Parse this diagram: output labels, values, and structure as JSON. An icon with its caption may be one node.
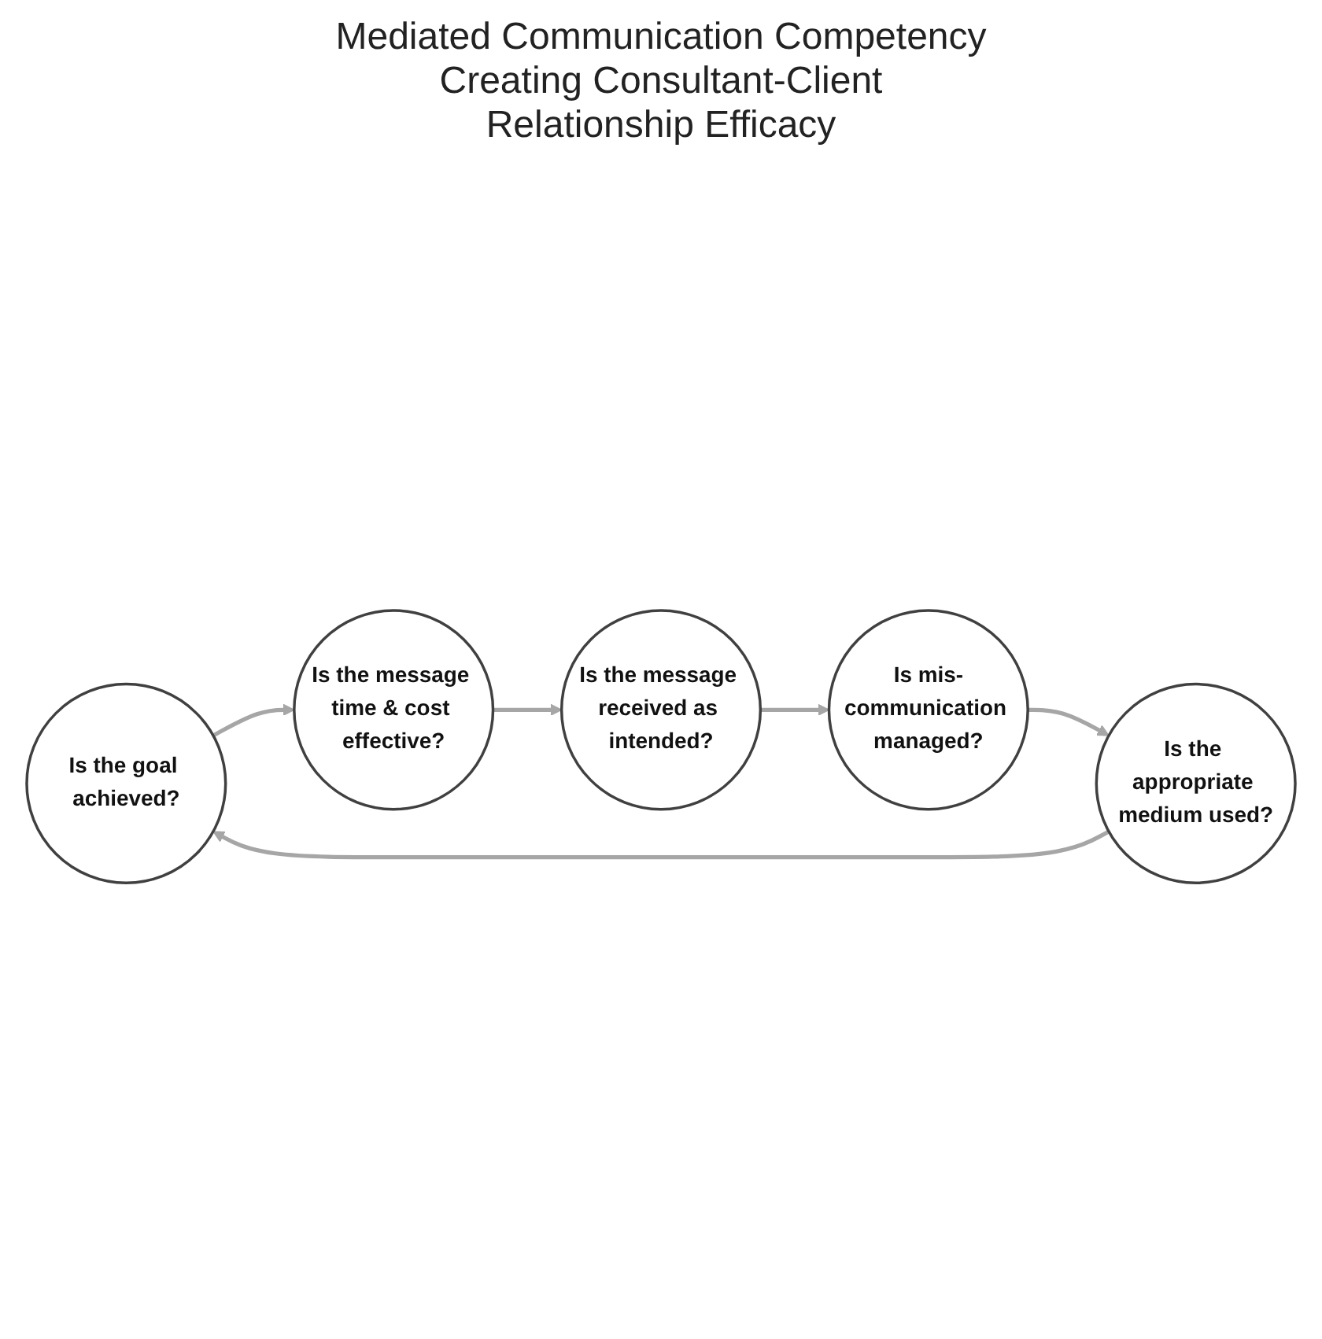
{
  "diagram": {
    "nodes": [
      {
        "text": [
          "Is the goal achieved?"
        ]
      },
      {
        "text": [
          "Is the message time & cost effective?"
        ]
      },
      {
        "text": [
          "Is the message received as intended?"
        ]
      },
      {
        "text": [
          "Is mis-communication managed?"
        ]
      },
      {
        "text": [
          "Is the appropriate medium used?"
        ]
      }
    ],
    "edges": [
      {
        "from": 0,
        "to": 1,
        "arrow": "to"
      },
      {
        "from": 1,
        "to": 2,
        "arrow": "to"
      },
      {
        "from": 2,
        "to": 3,
        "arrow": "to"
      },
      {
        "from": 3,
        "to": 4,
        "arrow": "to"
      },
      {
        "from": 4,
        "to": 0,
        "arrow": "to"
      }
    ],
    "labels": [
      "Mediated Communication Competency Creating Consultant-Client Relationship Efficacy"
    ]
  }
}
